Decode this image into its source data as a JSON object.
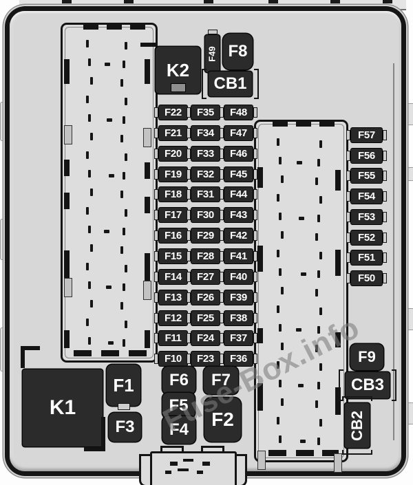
{
  "diagram": {
    "watermark": "Fuse-Box.info",
    "k1": "K1",
    "k2": "K2",
    "f49": "F49",
    "f8": "F8",
    "cb1": "CB1",
    "f9": "F9",
    "cb3": "CB3",
    "cb2": "CB2",
    "f1": "F1",
    "f3": "F3",
    "f6": "F6",
    "f5": "F5",
    "f4": "F4",
    "f7": "F7",
    "f2": "F2",
    "fuse_grid_rows": [
      [
        "F22",
        "F35",
        "F48"
      ],
      [
        "F21",
        "F34",
        "F47"
      ],
      [
        "F20",
        "F33",
        "F46"
      ],
      [
        "F19",
        "F32",
        "F45"
      ],
      [
        "F18",
        "F31",
        "F44"
      ],
      [
        "F17",
        "F30",
        "F43"
      ],
      [
        "F16",
        "F29",
        "F42"
      ],
      [
        "F15",
        "F28",
        "F41"
      ],
      [
        "F14",
        "F27",
        "F40"
      ],
      [
        "F13",
        "F26",
        "F39"
      ],
      [
        "F12",
        "F25",
        "F38"
      ],
      [
        "F11",
        "F24",
        "F37"
      ],
      [
        "F10",
        "F23",
        "F36"
      ]
    ],
    "right_fuse_column": [
      "F57",
      "F56",
      "F55",
      "F54",
      "F53",
      "F52",
      "F51",
      "F50"
    ]
  },
  "colors": {
    "component_fill": "#2b2b2b",
    "label_text": "#ffffff",
    "case_fill": "#d7d7d7",
    "watermark": "#7d7d7d"
  }
}
